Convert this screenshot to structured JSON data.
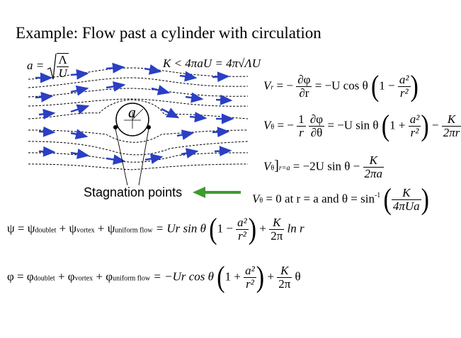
{
  "title": "Example: Flow past a cylinder with circulation",
  "a_def": {
    "lhs": "a =",
    "num": "Λ",
    "den": "U"
  },
  "k_cond": "K < 4πaU = 4π√ΛU",
  "cyl_label": "a",
  "stagnation_label": "Stagnation points",
  "eq_vr": {
    "lhs": "V",
    "lhs_sub": "r",
    "eq1": "= −",
    "num": "∂φ",
    "den": "∂r",
    "rhs": "= −U cos θ",
    "inner_one": "1 −",
    "inner_num": "a²",
    "inner_den": "r²"
  },
  "eq_vtheta": {
    "lhs": "V",
    "lhs_sub": "θ",
    "eq1": "= −",
    "f1_num": "1",
    "f1_den": "r",
    "f2_num": "∂φ",
    "f2_den": "∂θ",
    "rhs": "= −U sin θ",
    "inner_one": "1 +",
    "inner_num": "a²",
    "inner_den": "r²",
    "tail": "−",
    "k_num": "K",
    "k_den": "2πr"
  },
  "eq_vtheta_a": {
    "lhs": "V",
    "lhs_sub": "θ",
    "bracket_sub": "r=a",
    "rhs": "= −2U sin θ −",
    "k_num": "K",
    "k_den": "2πa"
  },
  "eq_stag": {
    "text1": "V",
    "sub": "θ",
    "text2": "= 0  at  r = a  and  θ = sin",
    "sup": "-1",
    "k_num": "K",
    "k_den": "4πUa"
  },
  "eq_psi": {
    "lhs": "ψ = ψ",
    "s1": "doublet",
    "p2": "+ ψ",
    "s2": "vortex",
    "p3": "+ ψ",
    "s3": "uniform flow",
    "rhs": "= Ur sin θ",
    "inner_one": "1 −",
    "inner_num": "a²",
    "inner_den": "r²",
    "plus": "+",
    "k_num": "K",
    "k_den": "2π",
    "tail": "ln r"
  },
  "eq_phi": {
    "lhs": "φ = φ",
    "s1": "doublet",
    "p2": "+ φ",
    "s2": "vortex",
    "p3": "+ φ",
    "s3": "uniform flow",
    "rhs": "= −Ur cos θ",
    "inner_one": "1 +",
    "inner_num": "a²",
    "inner_den": "r²",
    "plus": "+",
    "k_num": "K",
    "k_den": "2π",
    "tail": "θ"
  },
  "colors": {
    "arrow": "#2b3fc4",
    "streamline": "#000000",
    "pointer": "#3e9b2e"
  }
}
